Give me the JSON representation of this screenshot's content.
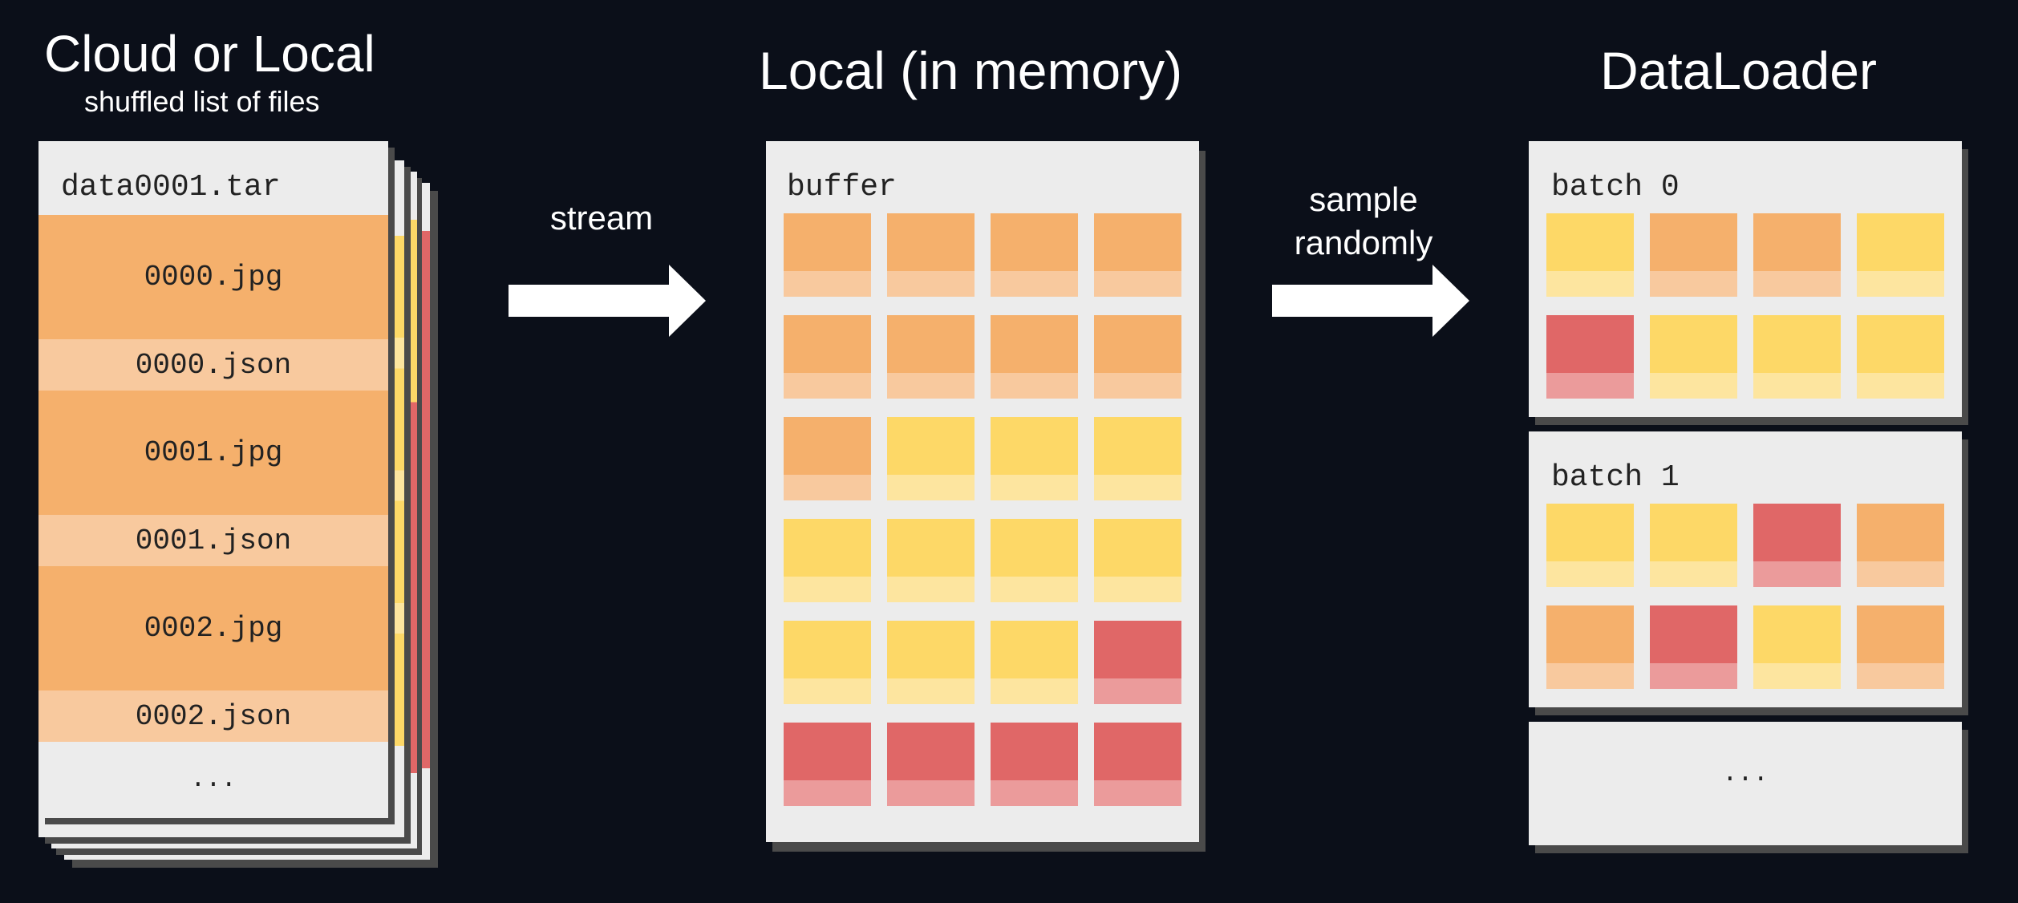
{
  "colors": {
    "background": "#0b0f19",
    "panel": "#ececec",
    "orange": "#f5b06c",
    "orange_light": "#f8c99e",
    "yellow": "#fdd867",
    "yellow_light": "#fde59f",
    "red": "#e06767",
    "red_light": "#eb9b9b"
  },
  "source": {
    "title": "Cloud or Local",
    "subtitle": "shuffled list of files",
    "tar_name": "data0001.tar",
    "files": [
      "0000.jpg",
      "0000.json",
      "0001.jpg",
      "0001.json",
      "0002.jpg",
      "0002.json"
    ],
    "ellipsis": "..."
  },
  "stream_label": "stream",
  "buffer": {
    "title": "Local (in memory)",
    "label": "buffer",
    "grid": [
      [
        "orange",
        "orange",
        "orange",
        "orange"
      ],
      [
        "orange",
        "orange",
        "orange",
        "orange"
      ],
      [
        "orange",
        "yellow",
        "yellow",
        "yellow"
      ],
      [
        "yellow",
        "yellow",
        "yellow",
        "yellow"
      ],
      [
        "yellow",
        "yellow",
        "yellow",
        "red"
      ],
      [
        "red",
        "red",
        "red",
        "red"
      ]
    ]
  },
  "sample_label": "sample\nrandomly",
  "dataloader": {
    "title": "DataLoader",
    "batches": [
      {
        "label": "batch 0",
        "grid": [
          [
            "yellow",
            "orange",
            "orange",
            "yellow"
          ],
          [
            "red",
            "yellow",
            "yellow",
            "yellow"
          ]
        ]
      },
      {
        "label": "batch 1",
        "grid": [
          [
            "yellow",
            "yellow",
            "red",
            "orange"
          ],
          [
            "orange",
            "red",
            "yellow",
            "orange"
          ]
        ]
      }
    ],
    "ellipsis": "..."
  }
}
